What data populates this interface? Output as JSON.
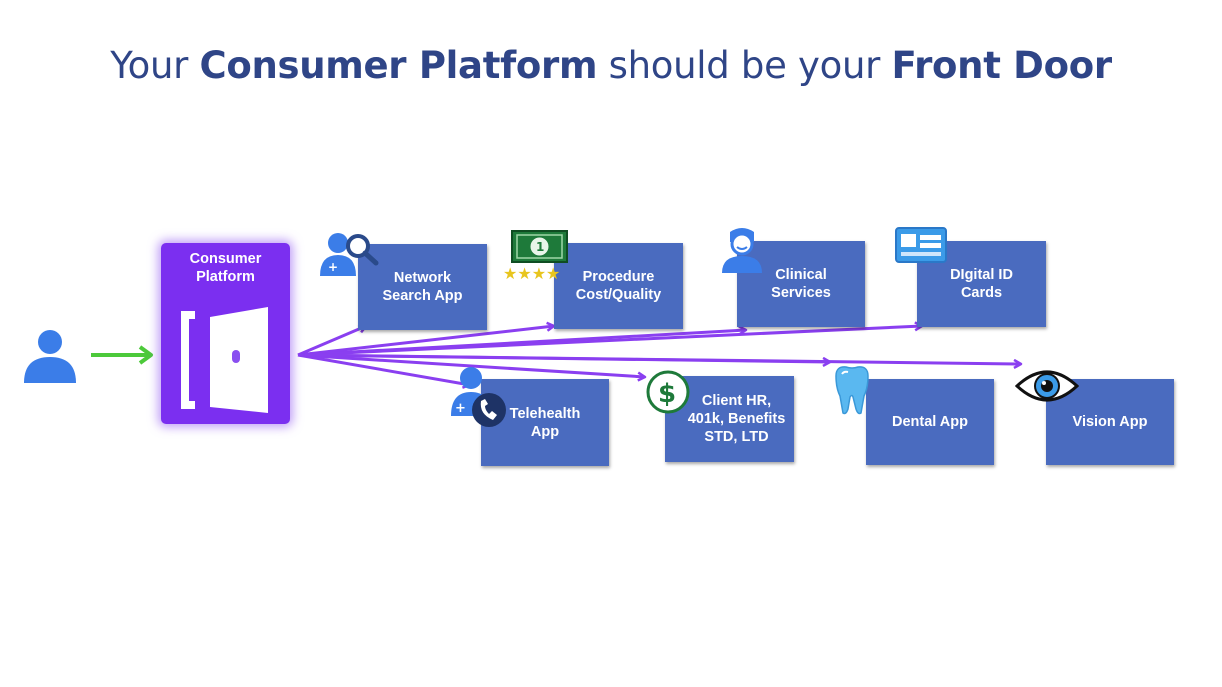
{
  "title": {
    "part1": "Your ",
    "part2": "Consumer Platform",
    "part3": " should be your ",
    "part4": "Front Door"
  },
  "colors": {
    "title": "#2f4587",
    "box": "#4a6bbf",
    "platform": "#7b2ff0",
    "arrow": "#8a3ff0",
    "user_arrow": "#4cc93a",
    "user": "#3b7de8"
  },
  "platform": {
    "label": "Consumer Platform"
  },
  "apps": [
    {
      "label": "Network Search App",
      "icon": "doctor-search-icon"
    },
    {
      "label": "Procedure Cost/Quality",
      "icon": "money-stars-icon"
    },
    {
      "label": "Clinical Services",
      "icon": "nurse-icon"
    },
    {
      "label": "DIgital ID Cards",
      "icon": "id-card-icon"
    },
    {
      "label": "Telehealth App",
      "icon": "doctor-phone-icon"
    },
    {
      "label": "Client HR, 401k, Benefits STD, LTD",
      "icon": "dollar-coin-icon"
    },
    {
      "label": "Dental App",
      "icon": "tooth-icon"
    },
    {
      "label": "Vision App",
      "icon": "eye-icon"
    }
  ]
}
